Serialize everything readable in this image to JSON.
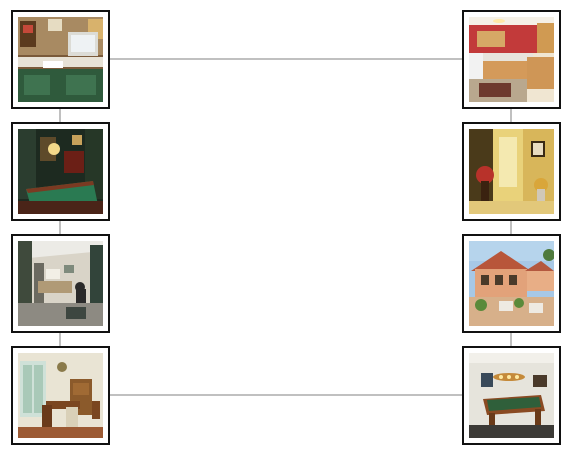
{
  "gallery": {
    "left_column": [
      {
        "id": "office",
        "scene_icon": "home-office-photo-icon"
      },
      {
        "id": "billiard-den",
        "scene_icon": "billiard-den-photo-icon"
      },
      {
        "id": "study",
        "scene_icon": "study-room-photo-icon"
      },
      {
        "id": "dining",
        "scene_icon": "dining-room-photo-icon"
      }
    ],
    "right_column": [
      {
        "id": "kitchen",
        "scene_icon": "kitchen-photo-icon"
      },
      {
        "id": "hallway",
        "scene_icon": "hallway-photo-icon"
      },
      {
        "id": "patio",
        "scene_icon": "patio-photo-icon"
      },
      {
        "id": "game-room",
        "scene_icon": "game-room-photo-icon"
      }
    ],
    "colors": {
      "frame": "#111111",
      "connector": "#808080",
      "background": "#ffffff"
    }
  }
}
